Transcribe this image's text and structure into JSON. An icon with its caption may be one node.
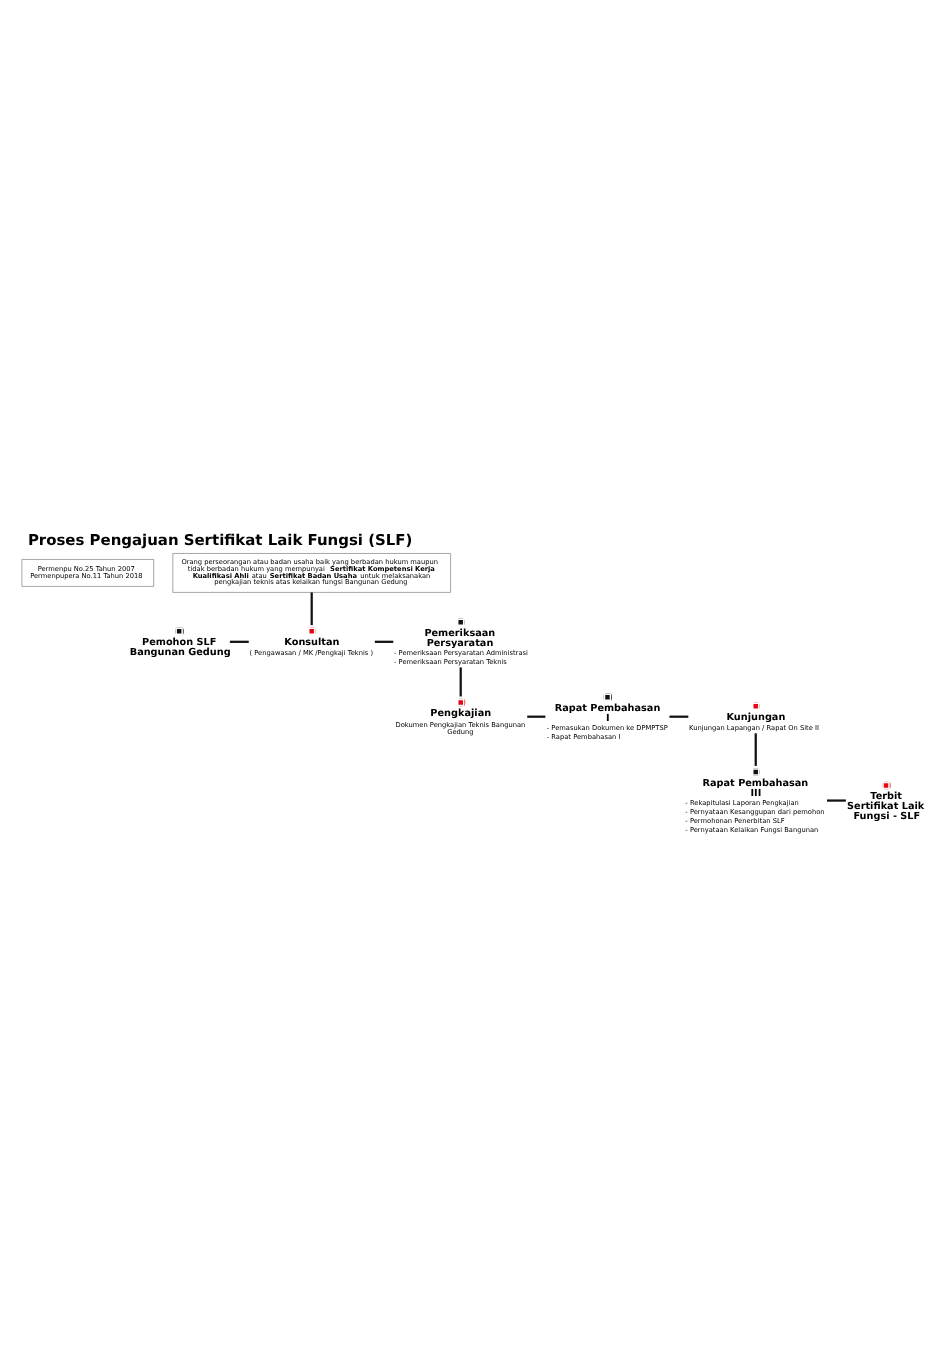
{
  "diagram": {
    "title": "Proses Pengajuan Sertifikat Laik Fungsi (SLF)",
    "nodes": [
      {
        "text": [
          "Permenpu No.25 Tahun 2007 Permenpupera No.11 Tahun 2018"
        ]
      },
      {
        "text": [
          "Orang perseorangan atau badan usaha baik yang berbadan hukum maupun tidak berbadan hukum yang mempunyai **Sertifikat Kompetensi Kerja Kualifikasi Ahli** atau **Sertifikat Badan Usaha** untuk melaksanakan pengkajian teknis atas kelaikan fungsi Bangunan Gedung"
        ]
      },
      {
        "text": [
          "Pemohon SLF Bangunan Gedung"
        ]
      },
      {
        "text": [
          "Konsultan",
          "( Pengawasan / MK /Pengkaji Teknis )"
        ]
      },
      {
        "text": [
          "Pemeriksaan Persyaratan",
          "- Pemeriksaan Persyaratan Administrasi",
          "- Pemeriksaan Persyaratan Teknis"
        ]
      },
      {
        "text": [
          "Pengkajian",
          "Dokumen Pengkajian Teknis Bangunan Gedung"
        ]
      },
      {
        "text": [
          "Rapat Pembahasan I",
          "- Pemasukan Dokumen ke DPMPTSP",
          "- Rapat Pembahasan I"
        ]
      },
      {
        "text": [
          "Kunjungan",
          "Kunjungan Lapangan / Rapat On Site II"
        ]
      },
      {
        "text": [
          "Rapat Pembahasan III",
          "- Rekapitulasi Laporan Pengkajian",
          "- Pernyataan Kesanggupan dari pemohon",
          "- Permohonan Penerbitan SLF",
          "- Pernyataan Kelaikan Fungsi Bangunan"
        ]
      },
      {
        "text": [
          "Terbit Sertifikat Laik Fungsi - SLF"
        ]
      }
    ],
    "edges": [
      {
        "from": 1,
        "to": 3,
        "arrow": "none"
      },
      {
        "from": 2,
        "to": 3,
        "arrow": "none"
      },
      {
        "from": 3,
        "to": 4,
        "arrow": "none"
      },
      {
        "from": 4,
        "to": 5,
        "arrow": "none"
      },
      {
        "from": 5,
        "to": 6,
        "arrow": "none"
      },
      {
        "from": 6,
        "to": 7,
        "arrow": "none"
      },
      {
        "from": 7,
        "to": 8,
        "arrow": "none"
      },
      {
        "from": 8,
        "to": 9,
        "arrow": "none"
      }
    ]
  }
}
